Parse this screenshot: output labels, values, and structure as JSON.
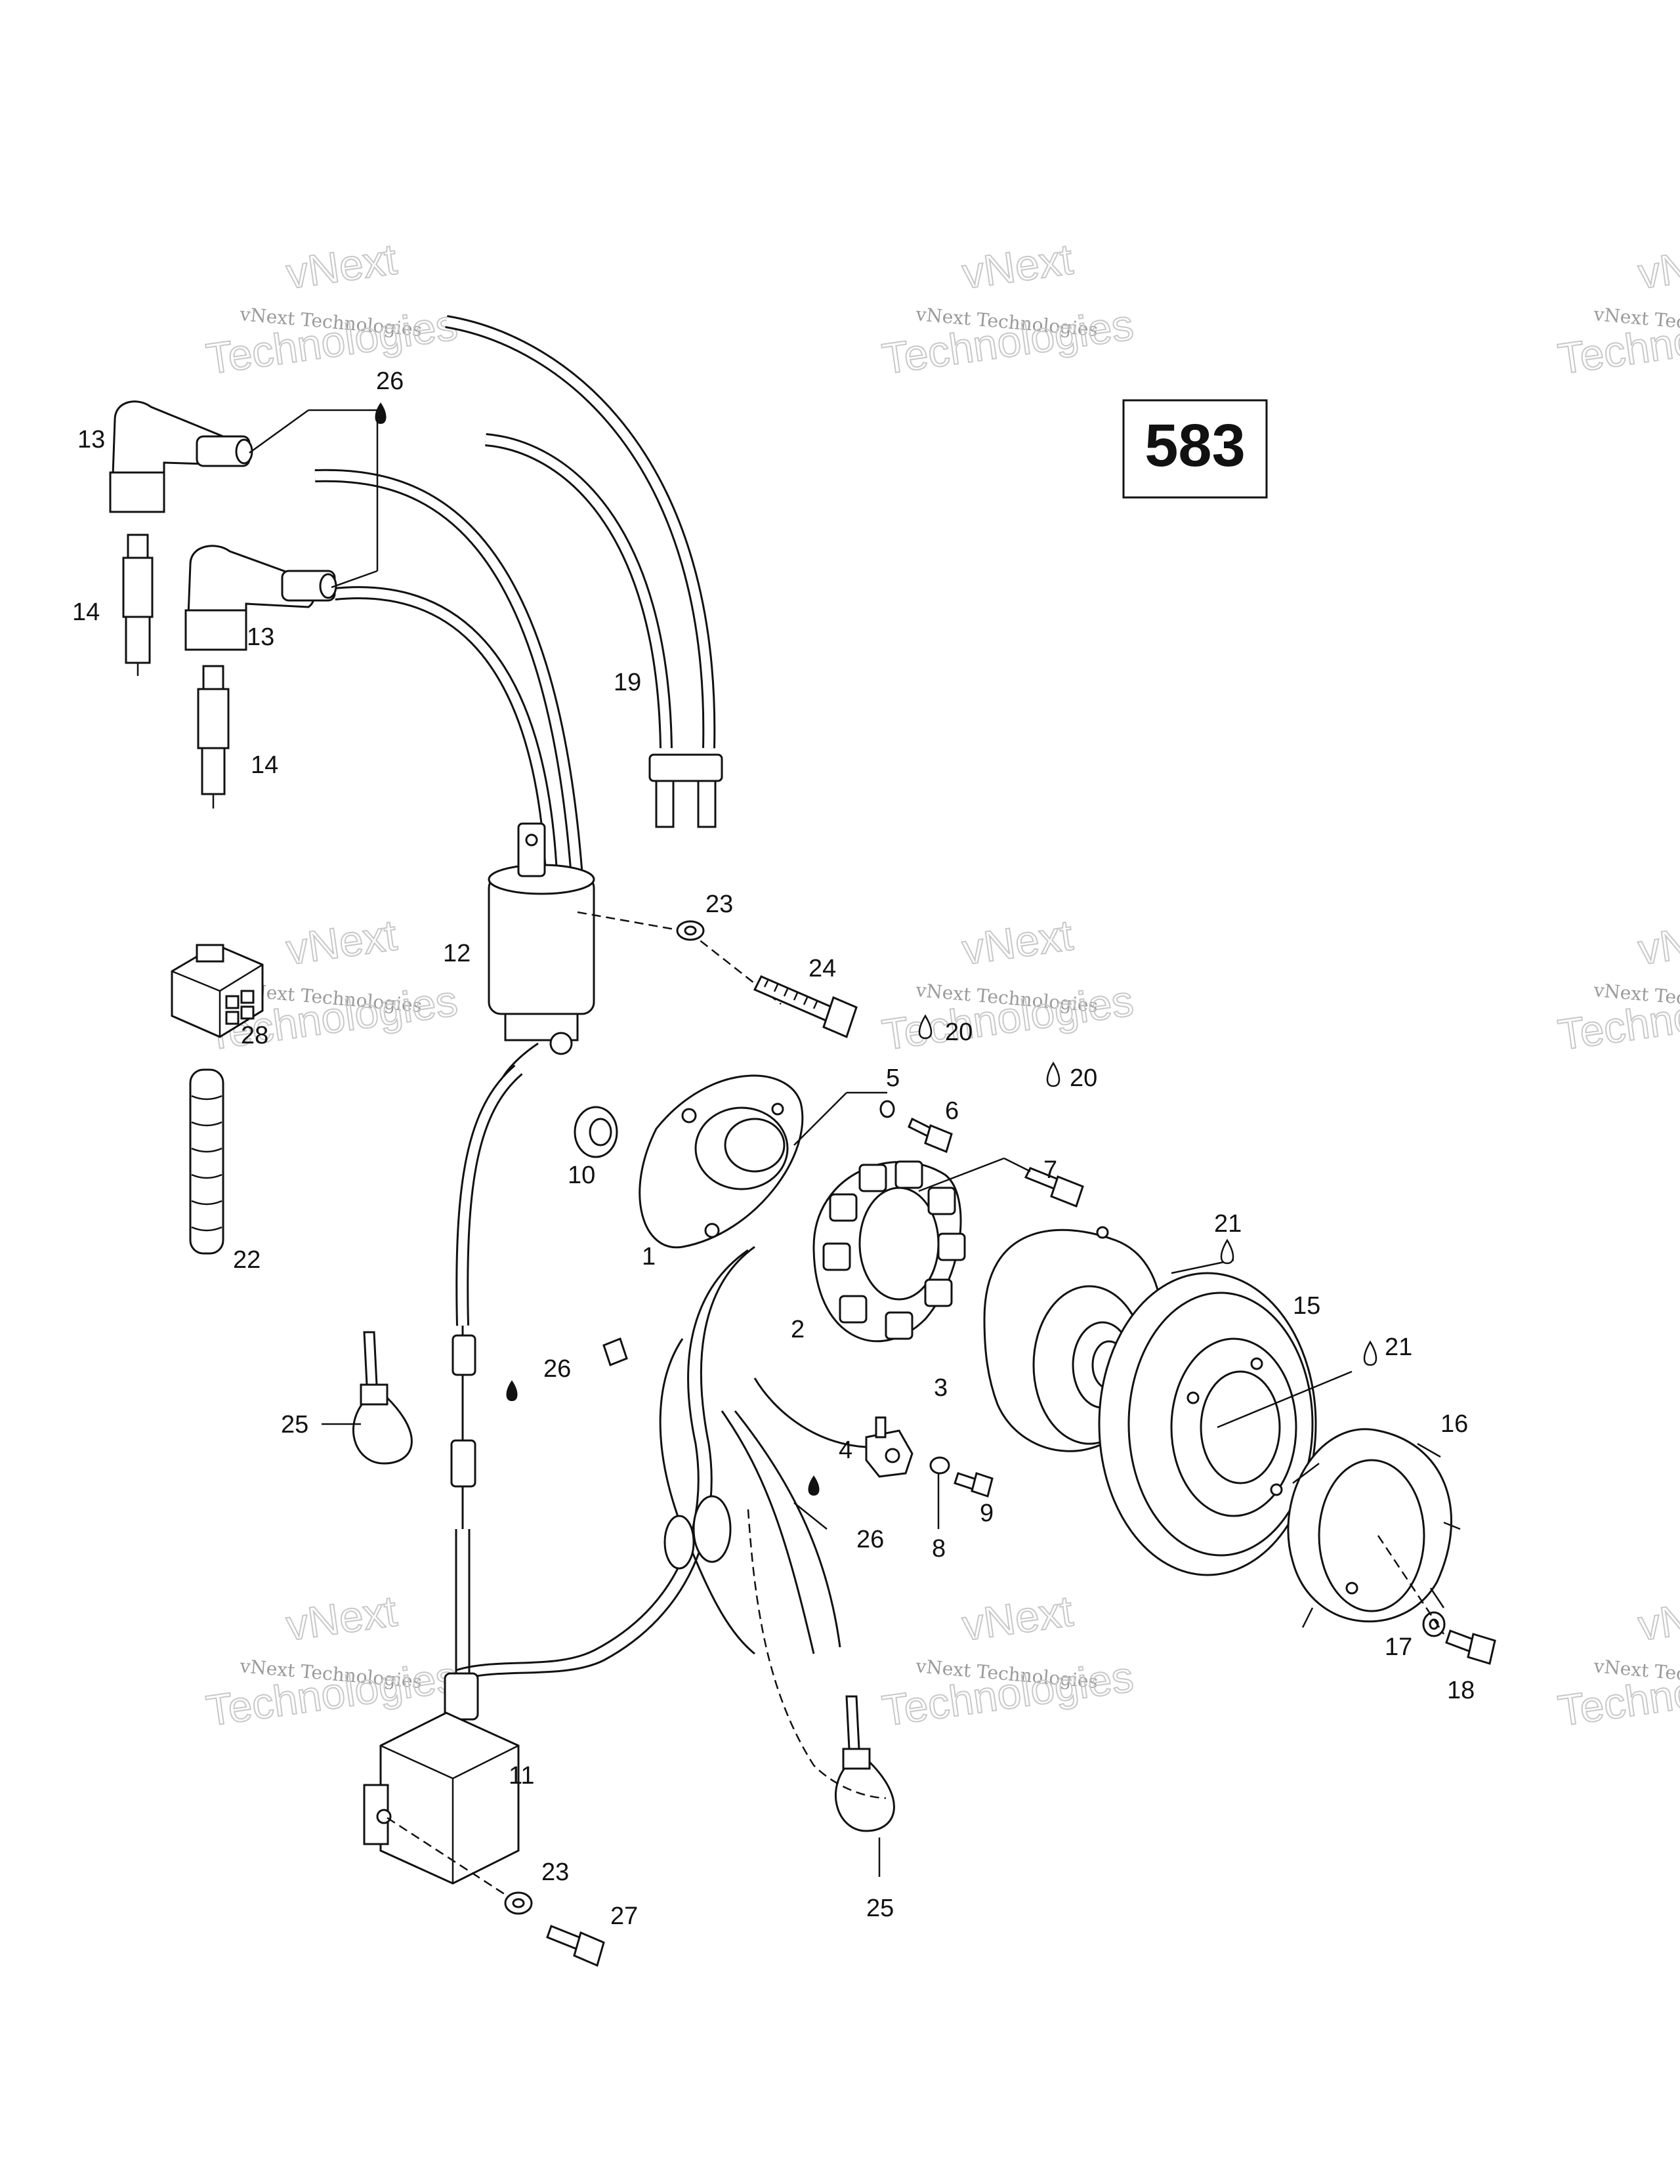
{
  "page_number": "583",
  "watermark": {
    "line1": "vNext",
    "line2": "vNext Technologies",
    "line3": "Technologies"
  },
  "callouts": [
    {
      "id": "c1",
      "text": "1"
    },
    {
      "id": "c2",
      "text": "2"
    },
    {
      "id": "c3",
      "text": "3"
    },
    {
      "id": "c4",
      "text": "4"
    },
    {
      "id": "c5",
      "text": "5"
    },
    {
      "id": "c6",
      "text": "6"
    },
    {
      "id": "c7",
      "text": "7"
    },
    {
      "id": "c8",
      "text": "8"
    },
    {
      "id": "c9",
      "text": "9"
    },
    {
      "id": "c10",
      "text": "10"
    },
    {
      "id": "c11",
      "text": "11"
    },
    {
      "id": "c12",
      "text": "12"
    },
    {
      "id": "c13a",
      "text": "13"
    },
    {
      "id": "c13b",
      "text": "13"
    },
    {
      "id": "c14a",
      "text": "14"
    },
    {
      "id": "c14b",
      "text": "14"
    },
    {
      "id": "c15",
      "text": "15"
    },
    {
      "id": "c16",
      "text": "16"
    },
    {
      "id": "c17",
      "text": "17"
    },
    {
      "id": "c18",
      "text": "18"
    },
    {
      "id": "c19",
      "text": "19"
    },
    {
      "id": "c20a",
      "text": "20"
    },
    {
      "id": "c20b",
      "text": "20"
    },
    {
      "id": "c21a",
      "text": "21"
    },
    {
      "id": "c21b",
      "text": "21"
    },
    {
      "id": "c22",
      "text": "22"
    },
    {
      "id": "c23a",
      "text": "23"
    },
    {
      "id": "c23b",
      "text": "23"
    },
    {
      "id": "c24",
      "text": "24"
    },
    {
      "id": "c25a",
      "text": "25"
    },
    {
      "id": "c25b",
      "text": "25"
    },
    {
      "id": "c26a",
      "text": "26"
    },
    {
      "id": "c26b",
      "text": "26"
    },
    {
      "id": "c26c",
      "text": "26"
    },
    {
      "id": "c27",
      "text": "27"
    },
    {
      "id": "c28",
      "text": "28"
    }
  ]
}
